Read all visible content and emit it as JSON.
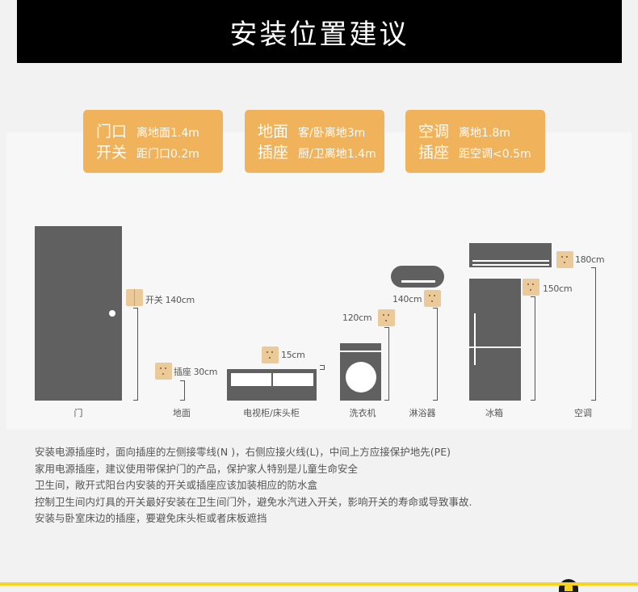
{
  "header": {
    "title": "安装位置建议"
  },
  "cards": [
    {
      "rows": [
        {
          "key": "门口",
          "value": "离地面1.4m"
        },
        {
          "key": "开关",
          "value": "距门口0.2m"
        }
      ]
    },
    {
      "rows": [
        {
          "key": "地面",
          "value": "客/卧离地3m"
        },
        {
          "key": "插座",
          "value": "厨/卫离地1.4m"
        }
      ]
    },
    {
      "rows": [
        {
          "key": "空调",
          "value": "离地1.8m"
        },
        {
          "key": "插座",
          "value": "距空调<0.5m"
        }
      ]
    }
  ],
  "diagram": {
    "items": [
      {
        "caption": "门",
        "label": "开关 140cm",
        "icon": "switch-icon"
      },
      {
        "caption": "地面",
        "label": "插座 30cm",
        "icon": "socket-icon"
      },
      {
        "caption": "电视柜/床头柜",
        "label": "15cm",
        "icon": "socket-icon"
      },
      {
        "caption": "洗衣机",
        "label": "120cm",
        "icon": "socket-icon"
      },
      {
        "caption": "淋浴器",
        "label": "140cm",
        "icon": "socket-icon"
      },
      {
        "caption": "冰箱",
        "label": "150cm",
        "icon": "socket-icon"
      },
      {
        "caption": "空调",
        "label": "180cm",
        "icon": "socket-icon"
      }
    ]
  },
  "notes": [
    "安装电源插座时，面向插座的左侧接零线(N )，右侧应接火线(L)，中间上方应接保护地先(PE)",
    "家用电源插座，建议使用带保护门的产品，保护家人特别是儿童生命安全",
    "卫生间，敞开式阳台内安装的开关或插座应该加装相应的防水盒",
    "控制卫生间内灯具的开关最好安装在卫生间门外，避免水汽进入开关，影响开关的寿命或导致事故.",
    "安装与卧室床边的插座，要避免床头柜或者床板遮挡"
  ],
  "colors": {
    "header_bg": "#000000",
    "card_bg": "#f0b25a",
    "appliance": "#606060",
    "socket": "#ebc999",
    "footer": "#f9d41a"
  }
}
